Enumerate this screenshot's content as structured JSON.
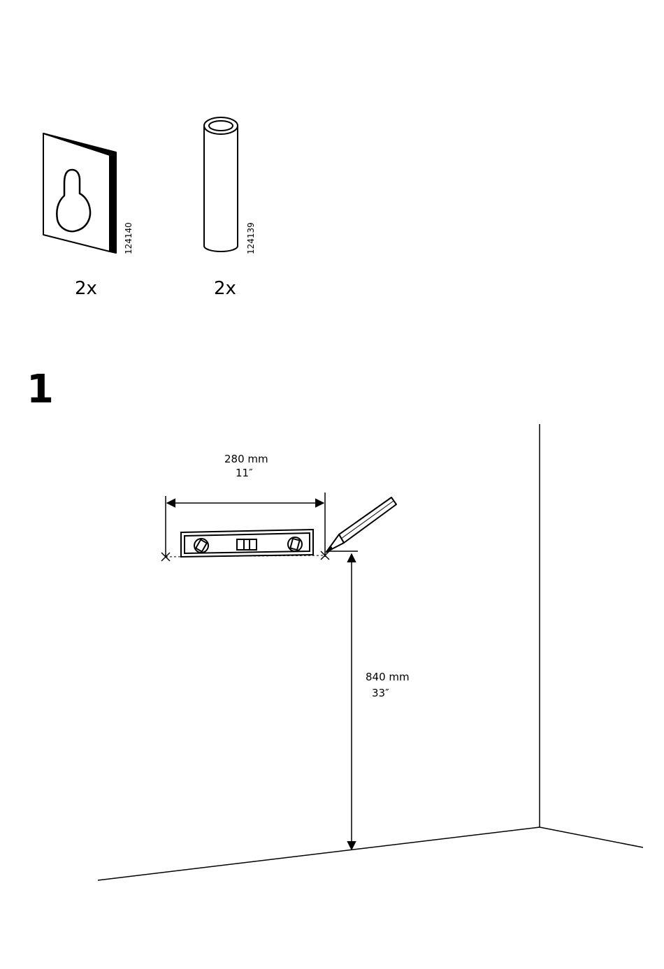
{
  "parts": [
    {
      "id": "124140",
      "quantity": "2x",
      "icon": "keyhole-bracket-icon"
    },
    {
      "id": "124139",
      "quantity": "2x",
      "icon": "tube-spacer-icon"
    }
  ],
  "step": {
    "number": "1"
  },
  "dimensions": {
    "width_mm": "280 mm",
    "width_in": "11″",
    "height_mm": "840 mm",
    "height_in": "33″"
  }
}
